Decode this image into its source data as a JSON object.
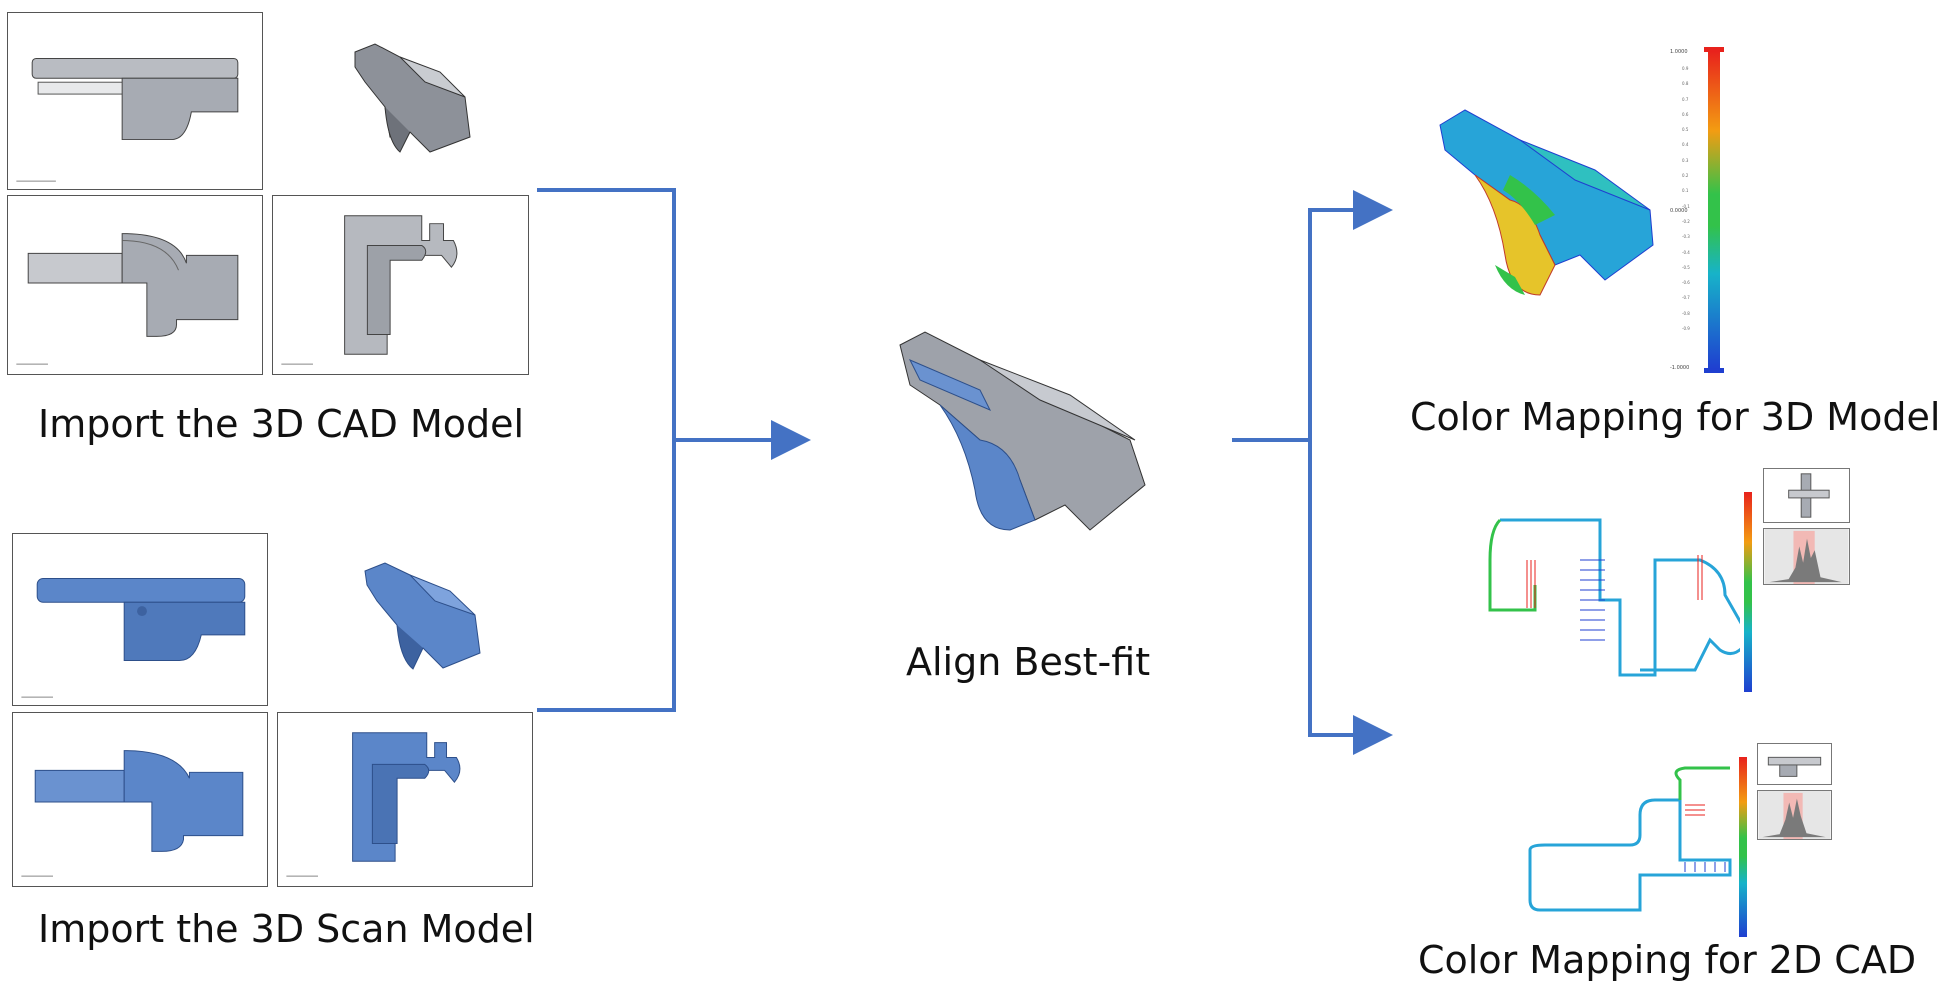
{
  "labels": {
    "import_cad": "Import the 3D CAD Model",
    "import_scan": "Import the 3D Scan Model",
    "align": "Align Best-fit",
    "color_3d": "Color Mapping for 3D Model",
    "color_2d": "Color Mapping for 2D CAD"
  },
  "scale_bar": {
    "max_label": "1.0000",
    "zero_label": "0.0000",
    "min_label": "-1.0000",
    "ticks": [
      "0.9",
      "0.8",
      "0.7",
      "0.6",
      "0.5",
      "0.4",
      "0.3",
      "0.2",
      "0.1",
      "-0.1",
      "-0.2",
      "-0.3",
      "-0.4",
      "-0.5",
      "-0.6",
      "-0.7",
      "-0.8",
      "-0.9"
    ]
  },
  "colors": {
    "cad_gray": "#a7abb3",
    "scan_blue": "#5b86c9",
    "arrow_blue": "#4472c4",
    "heat_red": "#e8221c",
    "heat_green": "#33c24a",
    "heat_blue": "#1f3fd0"
  }
}
